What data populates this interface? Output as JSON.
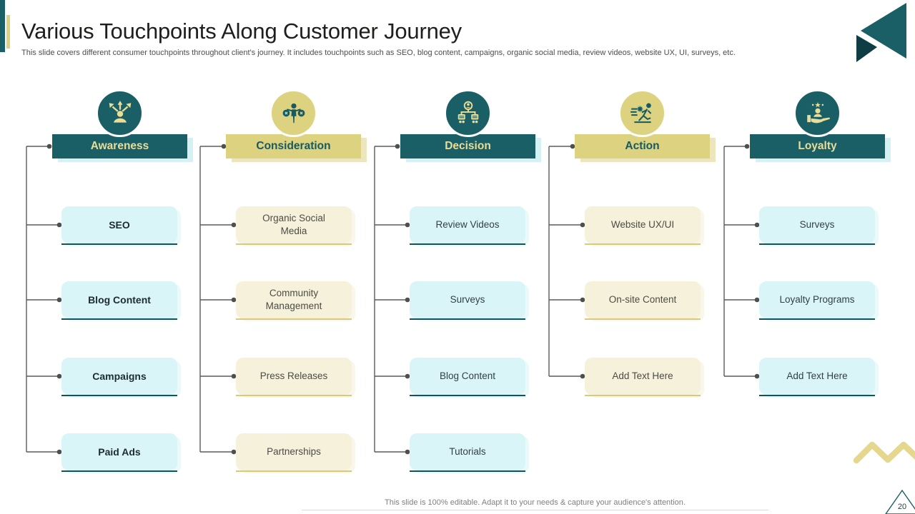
{
  "page": {
    "title": "Various Touchpoints Along Customer Journey",
    "subtitle": "This slide covers different consumer touchpoints throughout client's journey. It includes touchpoints such as SEO, blog content, campaigns, organic social media, review videos, website UX, UI, surveys, etc.",
    "footer_note": "This slide is 100% editable. Adapt it to your needs & capture your audience's attention.",
    "page_number": "20"
  },
  "colors": {
    "teal": "#1a5f66",
    "dark_teal": "#0e3d44",
    "khaki": "#ddd27f",
    "light_cyan_box": "#d9f5f8",
    "light_cream_box": "#f5f1db",
    "header_text_on_teal": "#e9dd97",
    "connector_gray": "#5a5a5a"
  },
  "columns": [
    {
      "label": "Awareness",
      "theme": "teal",
      "icon": "awareness-branching-person-icon",
      "items": [
        "SEO",
        "Blog Content",
        "Campaigns",
        "Paid Ads"
      ]
    },
    {
      "label": "Consideration",
      "theme": "khaki",
      "icon": "consideration-balance-person-icon",
      "items": [
        "Organic Social Media",
        "Community Management",
        "Press Releases",
        "Partnerships"
      ]
    },
    {
      "label": "Decision",
      "theme": "teal",
      "icon": "decision-choice-carts-icon",
      "items": [
        "Review Videos",
        "Surveys",
        "Blog Content",
        "Tutorials"
      ]
    },
    {
      "label": "Action",
      "theme": "khaki",
      "icon": "action-runner-gear-icon",
      "items": [
        "Website UX/UI",
        "On-site Content",
        "Add Text Here"
      ]
    },
    {
      "label": "Loyalty",
      "theme": "teal",
      "icon": "loyalty-hand-person-icon",
      "items": [
        "Surveys",
        "Loyalty Programs",
        "Add Text Here"
      ]
    }
  ]
}
